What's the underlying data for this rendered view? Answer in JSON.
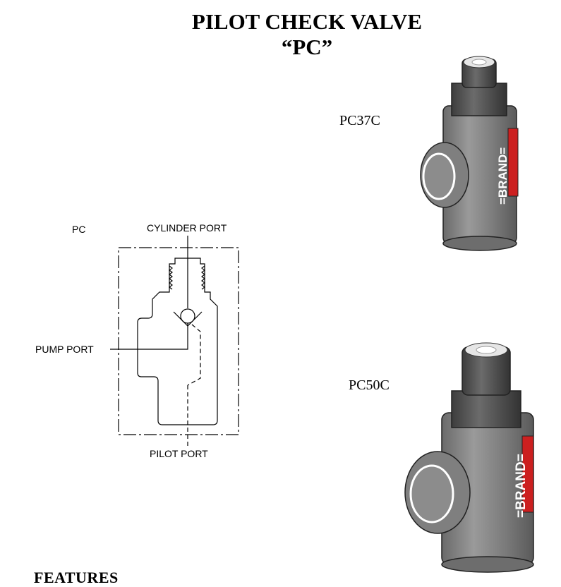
{
  "header": {
    "title": "PILOT CHECK VALVE",
    "subtitle": "“PC”"
  },
  "models": [
    {
      "code": "PC37C",
      "brand": "=BRAND="
    },
    {
      "code": "PC50C",
      "brand": "=BRAND="
    }
  ],
  "schematic": {
    "name": "PC",
    "ports": {
      "cylinder": "CYLINDER PORT",
      "pump": "PUMP PORT",
      "pilot": "PILOT PORT"
    }
  },
  "section": {
    "heading": "FEATURES"
  },
  "colors": {
    "valve_body": "#858585",
    "brand_label": "#cc2020",
    "brand_text": "#ffffff"
  }
}
